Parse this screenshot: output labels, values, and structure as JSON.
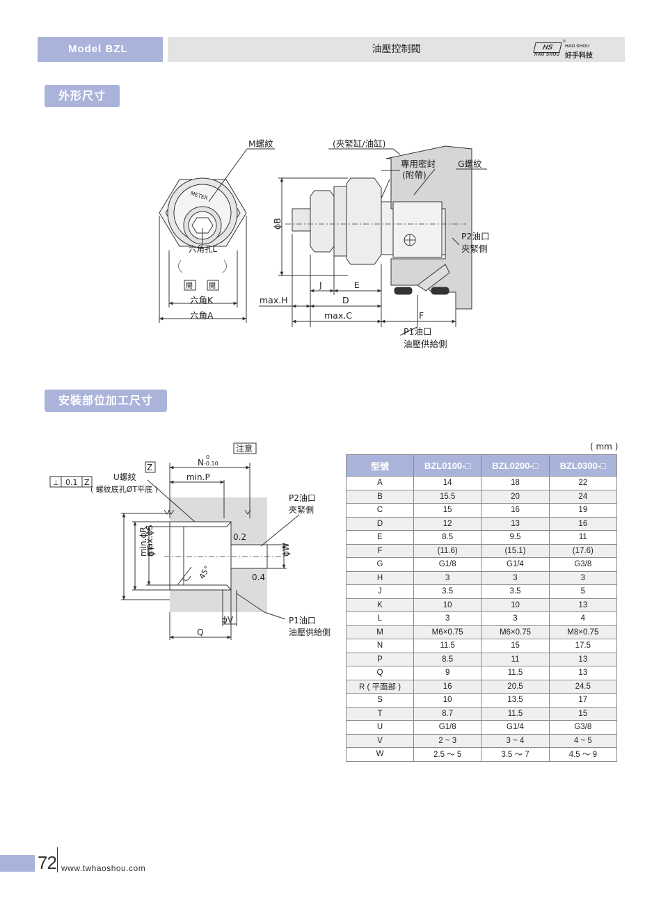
{
  "header": {
    "model": "Model BZL",
    "title": "油壓控制閥",
    "logo": {
      "box": "HS",
      "sub": "HAO SHOU",
      "en": "HAO SHOU",
      "cn": "好手科技",
      "reg": "®"
    }
  },
  "sections": {
    "dimensions": "外形尺寸",
    "mounting": "安裝部位加工尺寸"
  },
  "drawing1": {
    "m_thread": "M螺紋",
    "clamp_cyl": "(夾緊缸/油缸)",
    "seal": "專用密封",
    "seal_sub": "(附帶)",
    "g_thread": "G螺紋",
    "p2_1": "P2油口",
    "p2_2": "夾緊側",
    "hex_hole": "六角孔L",
    "open1": "開",
    "open2": "開",
    "meter": "METER",
    "hex_k": "六角K",
    "hex_a": "六角A",
    "phi_b": "ϕB",
    "j": "J",
    "e": "E",
    "max_h": "max.H",
    "d": "D",
    "max_c": "max.C",
    "f": "F",
    "p1_1": "P1油口",
    "p1_2": "油壓供給側"
  },
  "drawing2": {
    "notice": "注意",
    "n_label": "N",
    "n_tol_upper": "0",
    "n_tol_lower": "-0.10",
    "z_box": "Z",
    "perp": "⊥",
    "tol": "0.1",
    "datum": "Z",
    "u_thread": "U螺紋",
    "u_note": "( 螺紋底孔ØT平底 )",
    "min_p": "min.P",
    "p2_1": "P2油口",
    "p2_2": "夾緊側",
    "v02": "0.2",
    "v04": "0.4",
    "min_r": "min.ϕR",
    "max_s": "max.ϕS",
    "phi_t": "ϕT",
    "phi_w": "ϕW",
    "angle": "45°",
    "phi_v": "ϕV",
    "q": "Q",
    "p1_1": "P1油口",
    "p1_2": "油壓供給側"
  },
  "table": {
    "unit": "( mm )",
    "headers": [
      "型號",
      "BZL0100-□",
      "BZL0200-□",
      "BZL0300-□"
    ],
    "rows": [
      [
        "A",
        "14",
        "18",
        "22"
      ],
      [
        "B",
        "15.5",
        "20",
        "24"
      ],
      [
        "C",
        "15",
        "16",
        "19"
      ],
      [
        "D",
        "12",
        "13",
        "16"
      ],
      [
        "E",
        "8.5",
        "9.5",
        "11"
      ],
      [
        "F",
        "(11.6)",
        "(15.1)",
        "(17.6)"
      ],
      [
        "G",
        "G1/8",
        "G1/4",
        "G3/8"
      ],
      [
        "H",
        "3",
        "3",
        "3"
      ],
      [
        "J",
        "3.5",
        "3.5",
        "5"
      ],
      [
        "K",
        "10",
        "10",
        "13"
      ],
      [
        "L",
        "3",
        "3",
        "4"
      ],
      [
        "M",
        "M6×0.75",
        "M6×0.75",
        "M8×0.75"
      ],
      [
        "N",
        "11.5",
        "15",
        "17.5"
      ],
      [
        "P",
        "8.5",
        "11",
        "13"
      ],
      [
        "Q",
        "9",
        "11.5",
        "13"
      ],
      [
        "R ( 平面部 )",
        "16",
        "20.5",
        "24.5"
      ],
      [
        "S",
        "10",
        "13.5",
        "17"
      ],
      [
        "T",
        "8.7",
        "11.5",
        "15"
      ],
      [
        "U",
        "G1/8",
        "G1/4",
        "G3/8"
      ],
      [
        "V",
        "2 ~ 3",
        "3 ~ 4",
        "4 ~ 5"
      ],
      [
        "W",
        "2.5 ～ 5",
        "3.5 ～ 7",
        "4.5 ～ 9"
      ]
    ]
  },
  "footer": {
    "page": "72",
    "url": "www.twhaoshou.com"
  }
}
